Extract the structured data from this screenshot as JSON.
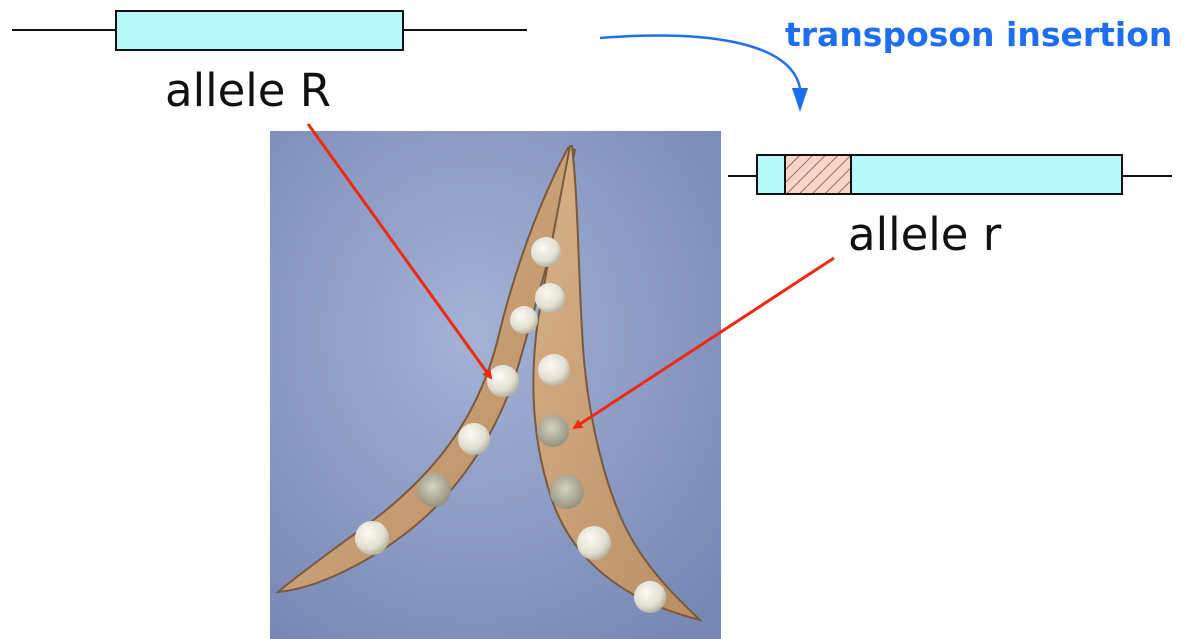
{
  "labels": {
    "allele_R": "allele R",
    "allele_r": "allele r",
    "transposon": "transposon insertion"
  },
  "colors": {
    "gene_fill": "#b7f9fb",
    "insert_fill": "#f7d5c8",
    "insert_hatch": "#7a3e2a",
    "line": "#111111",
    "arrow_red": "#ef2a10",
    "arrow_blue": "#1e6ef0",
    "photo_bg": "#8a9ac4",
    "pod": "#caa27a",
    "pea": "#e8e6dc"
  },
  "photo": {
    "subject": "two open pea pods with round and wrinkled seeds"
  }
}
